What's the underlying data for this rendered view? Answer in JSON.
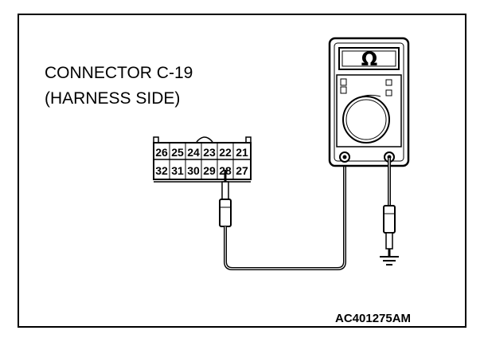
{
  "connector": {
    "title": "CONNECTOR C-19",
    "subtitle": "(HARNESS SIDE)",
    "top_row_pins": [
      "26",
      "25",
      "24",
      "23",
      "22",
      "21"
    ],
    "bottom_row_pins": [
      "32",
      "31",
      "30",
      "29",
      "28",
      "27"
    ]
  },
  "meter": {
    "display_symbol": "Ω",
    "mode": "ohmmeter"
  },
  "figure_code": "AC401275AM",
  "icons": [
    "ohmmeter-icon",
    "ground-icon",
    "probe-icon",
    "connector-icon"
  ]
}
